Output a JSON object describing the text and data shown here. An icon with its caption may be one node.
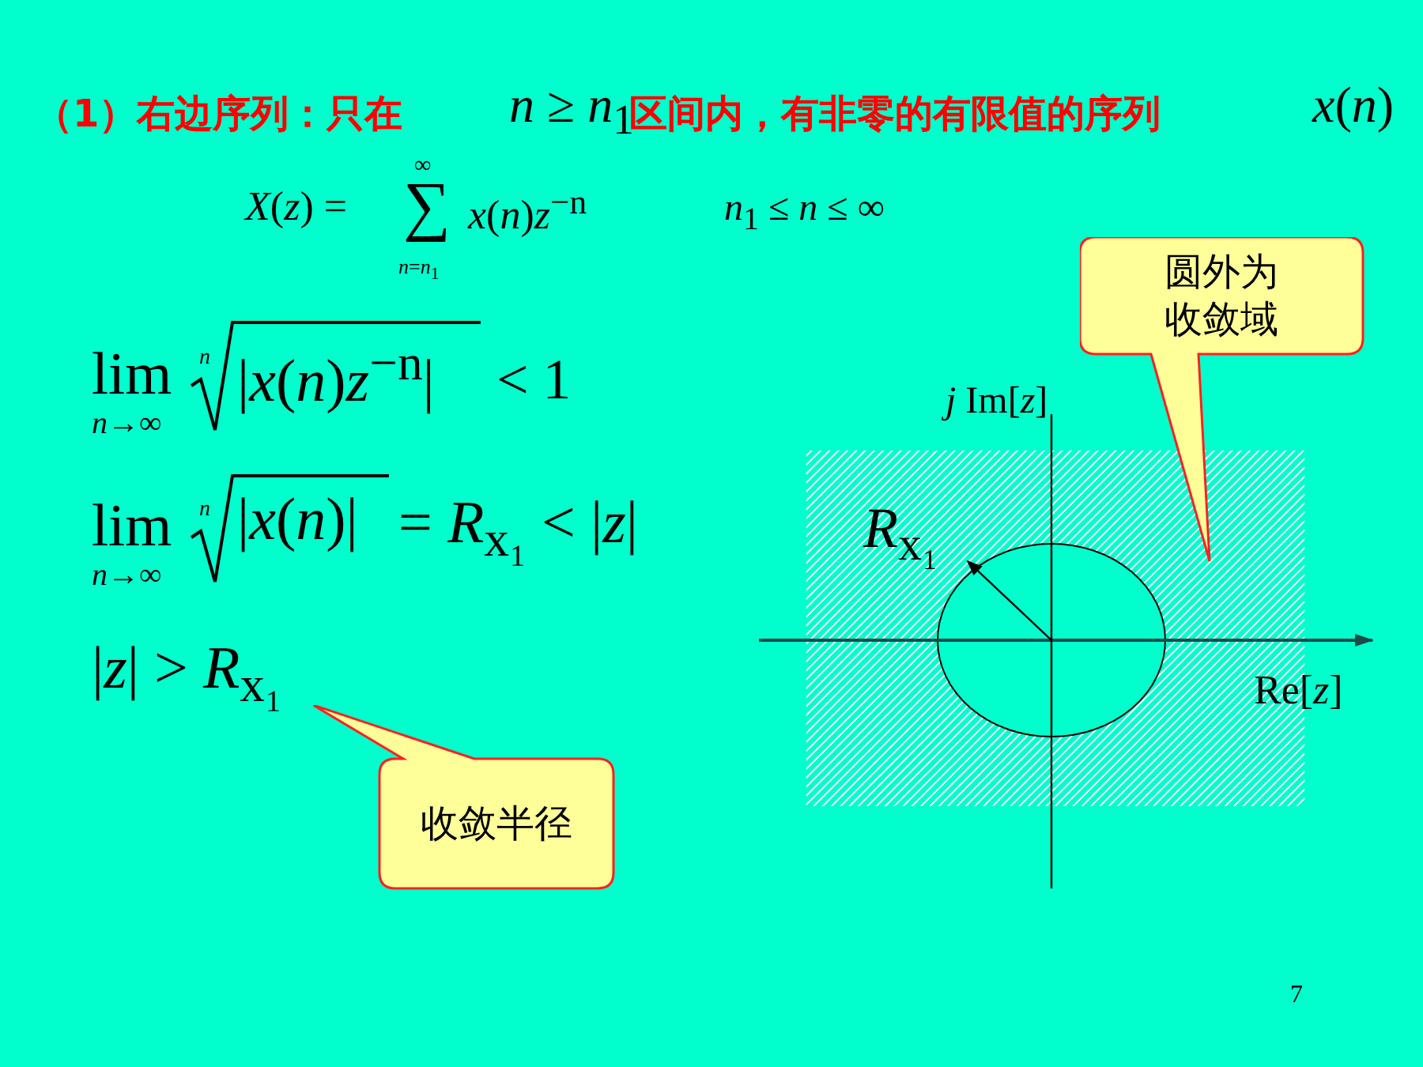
{
  "diagram": {
    "nodes": [
      {
        "text": [
          "收敛半径"
        ]
      },
      {
        "text": [
          "圆外为收敛域"
        ]
      }
    ],
    "labels": [
      "（1）右边序列：只在",
      "*n* ≥ *n*$_{1}$",
      "区间内，有非零的有限值的序列",
      "*x*(*n*)",
      "*X*(*z*) =",
      "∞",
      "∑",
      "*n*=*n*$_{1}$",
      "*x*(*n*)*z*$^{−n}$",
      "*n*$_{1}$ ≤ *n* ≤ ∞",
      "lim",
      "*n*→∞",
      "*n*",
      "|*x*(*n*)*z*$^{−n}$|",
      "< 1",
      "lim",
      "*n*→∞",
      "*n*",
      "|*x*(*n*)|",
      "= *R*$_{x₁}$ < |*z*|",
      "|*z*| > *R*$_{x₁}$",
      "*j* Im[*z*]",
      "*R*$_{x₁}$",
      "Re[*z*]",
      "7"
    ]
  }
}
